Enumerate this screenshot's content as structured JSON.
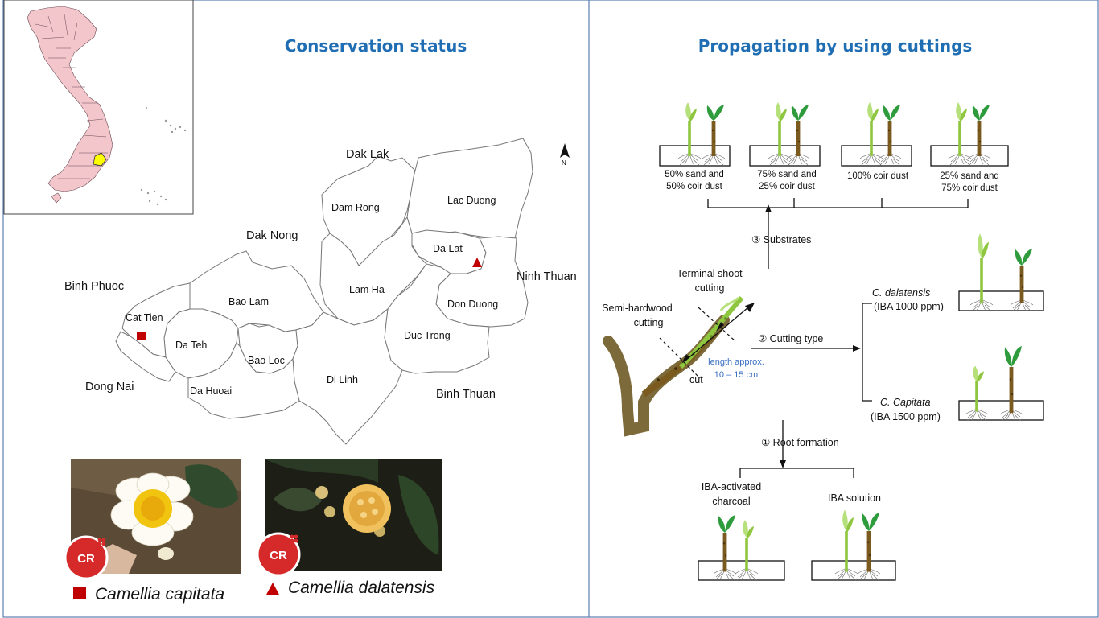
{
  "titles": {
    "conservation": "Conservation status",
    "propagation": "Propagation by using cuttings"
  },
  "map": {
    "north_label": "N",
    "neighbors": [
      "Dak Lak",
      "Dak Nong",
      "Binh Phuoc",
      "Ninh Thuan",
      "Dong Nai",
      "Binh Thuan"
    ],
    "districts": [
      "Dam Rong",
      "Lac Duong",
      "Da Lat",
      "Lam Ha",
      "Don Duong",
      "Bao Lam",
      "Duc Trong",
      "Da Teh",
      "Bao Loc",
      "Di Linh",
      "Da Huoai",
      "Cat Tien"
    ],
    "highlight_color": "#ffff00",
    "country_fill": "#f3c6cc"
  },
  "species": [
    {
      "name": "Camellia capitata",
      "status": "CR",
      "marker": "square",
      "marker_color": "#c00000"
    },
    {
      "name": "Camellia dalatensis",
      "status": "CR",
      "marker": "triangle",
      "marker_color": "#c00000"
    }
  ],
  "propagation": {
    "substrates": [
      "50% sand and 50% coir dust",
      "75% sand and 25% coir dust",
      "100% coir dust",
      "25% sand and 75% coir dust"
    ],
    "step3": "③  Substrates",
    "step2": "②  Cutting type",
    "step1": "①  Root formation",
    "terminal": "Terminal shoot cutting",
    "semi": "Semi-hardwood cutting",
    "cut": "cut",
    "length": "length approx. 10 – 15 cm",
    "dalatensis": {
      "name": "C. dalatensis",
      "dose": "(IBA 1000 ppm)"
    },
    "capitata": {
      "name": "C. Capitata",
      "dose": "(IBA 1500 ppm)"
    },
    "root_methods": [
      "IBA-activated charcoal",
      "IBA solution"
    ],
    "colors": {
      "terminal_stem": "#8fc63f",
      "semi_stem": "#7a5a1e",
      "leaf_light": "#b5e07a",
      "leaf_dark": "#2e9b3c",
      "branch": "#7d6a3a"
    }
  }
}
